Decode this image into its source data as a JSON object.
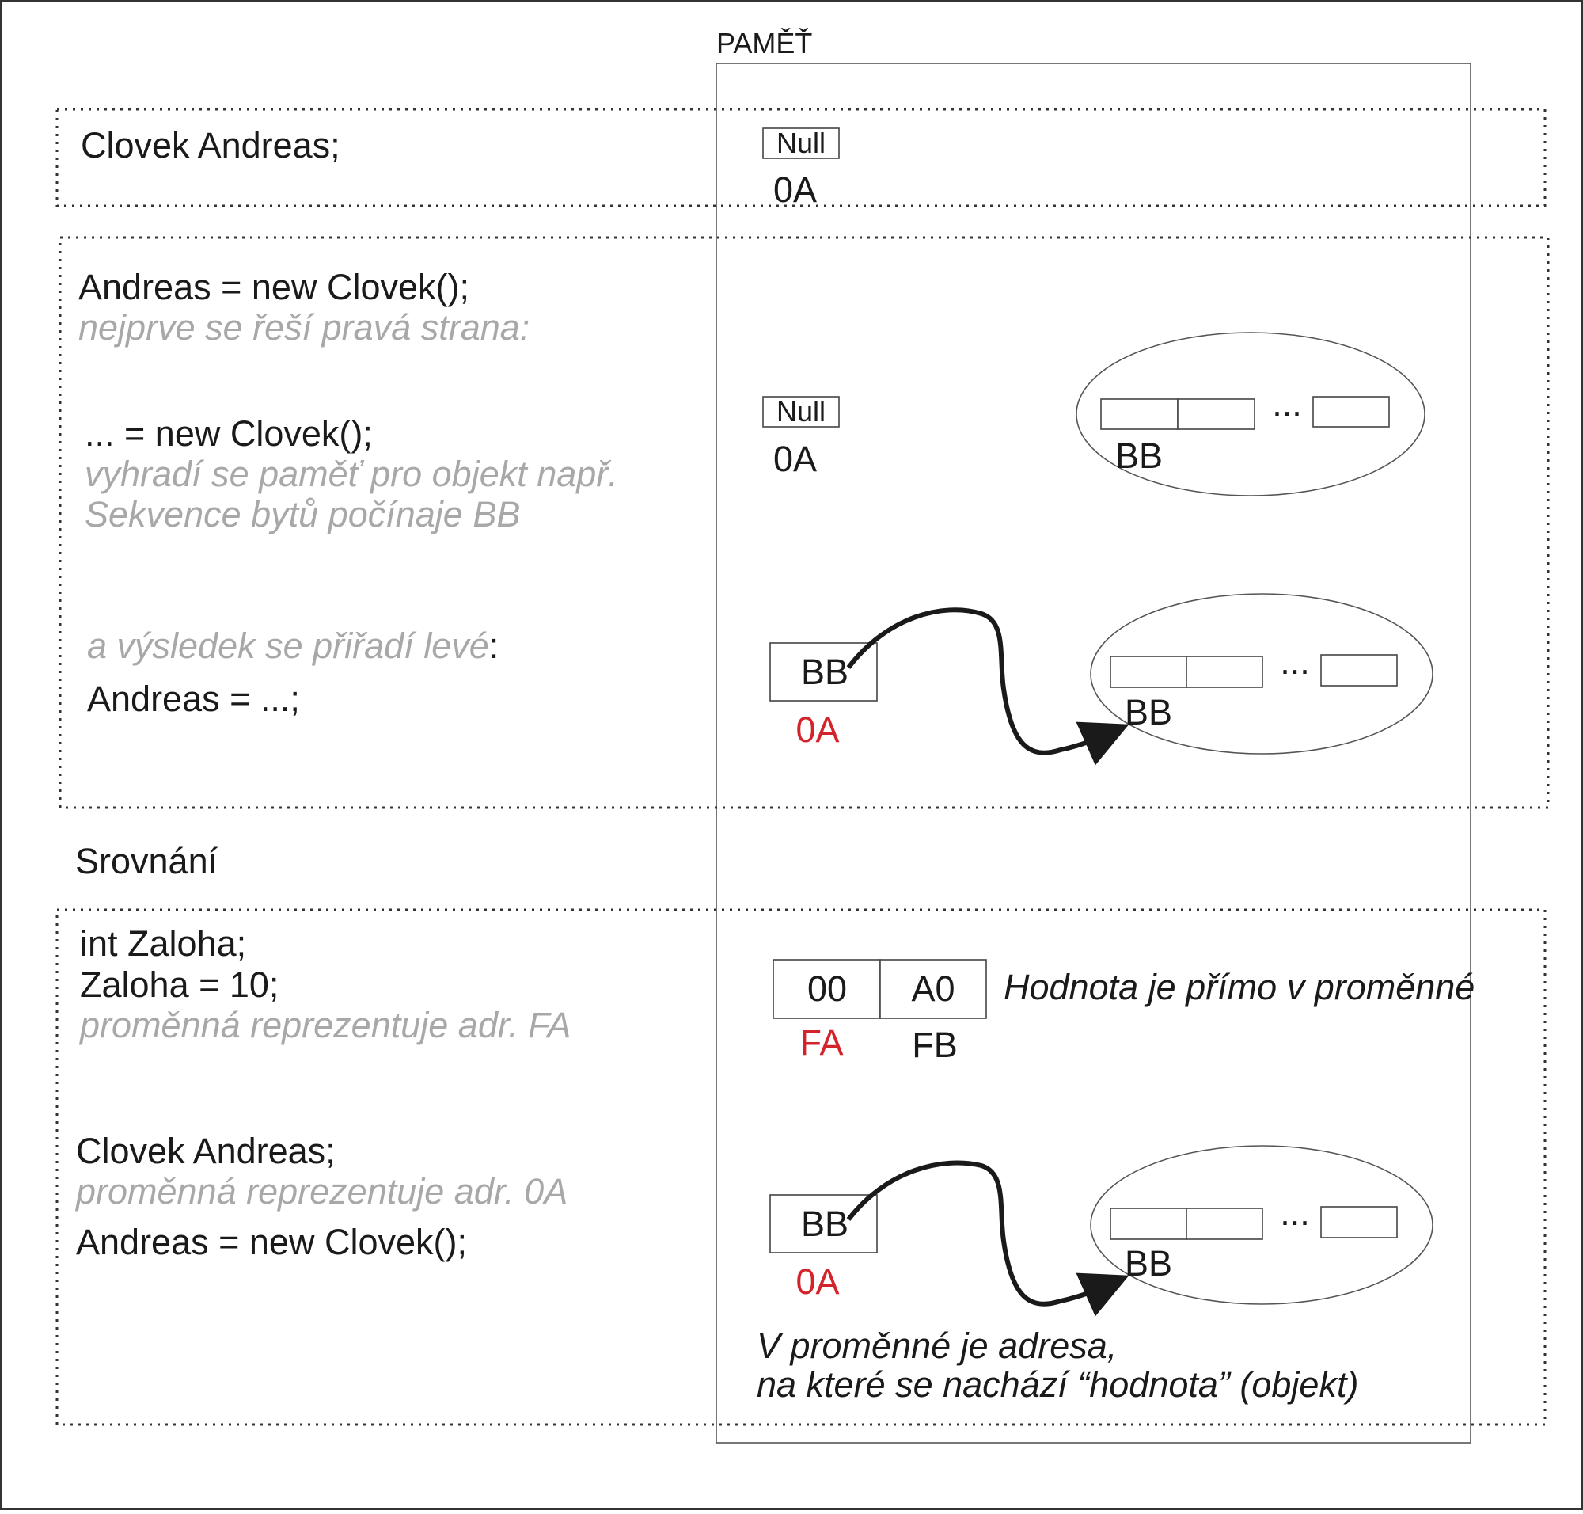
{
  "memory_title": "PAMĚŤ",
  "section1": {
    "code": "Clovek Andreas;",
    "null_label": "Null",
    "addr": "0A"
  },
  "section2": {
    "code": "Andreas = new Clovek();",
    "note": "nejprve se řeší pravá strana:",
    "step1_code": "... = new Clovek();",
    "step1_note_line1": "vyhradí se paměť pro objekt např.",
    "step1_note_line2": "Sekvence bytů počínaje BB",
    "step1_null": "Null",
    "step1_addr": "0A",
    "step1_ellipsis": "...",
    "step1_obj_addr": "BB",
    "step2_note": "a výsledek se přiřadí levé",
    "step2_colon": ":",
    "step2_code": "Andreas = ...;",
    "step2_value": "BB",
    "step2_addr": "0A",
    "step2_ellipsis": "...",
    "step2_obj_addr": "BB"
  },
  "comparison_label": "Srovnání",
  "section3": {
    "code_line1": "int Zaloha;",
    "code_line2": "Zaloha = 10;",
    "note": "proměnná reprezentuje adr. FA",
    "byte1": "00",
    "byte2": "A0",
    "addr1": "FA",
    "addr2": "FB",
    "value_note": "Hodnota je přímo v proměnné",
    "ref_code1": "Clovek Andreas;",
    "ref_note": "proměnná reprezentuje adr. 0A",
    "ref_code2": "Andreas = new Clovek();",
    "ref_value": "BB",
    "ref_addr": "0A",
    "ref_ellipsis": "...",
    "ref_obj_addr": "BB",
    "ref_note_line1": "V proměnné je adresa,",
    "ref_note_line2": "na které se nachází “hodnota” (objekt)"
  },
  "colors": {
    "code": "#1a1a1a",
    "note": "#a8a8a8",
    "address_highlight": "#d4242b"
  }
}
